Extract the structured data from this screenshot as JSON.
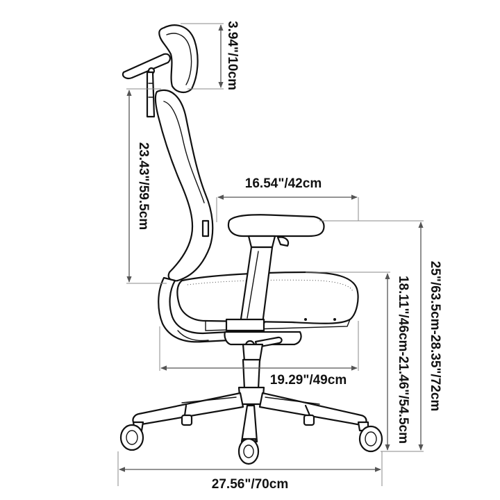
{
  "dimensions": {
    "headrest_adjust": "3.94\"/10cm",
    "backrest_height": "23.43\"/59.5cm",
    "armrest_span": "16.54\"/42cm",
    "seat_depth": "19.29\"/49cm",
    "overall_height": "25\"/63.5cm-28.35\"/72cm",
    "seat_height": "18.11\"/46cm-21.46\"/54.5cm",
    "base_width": "27.56\"/70cm"
  },
  "colors": {
    "line": "#111111",
    "dimension": "#555555",
    "background": "#ffffff"
  }
}
